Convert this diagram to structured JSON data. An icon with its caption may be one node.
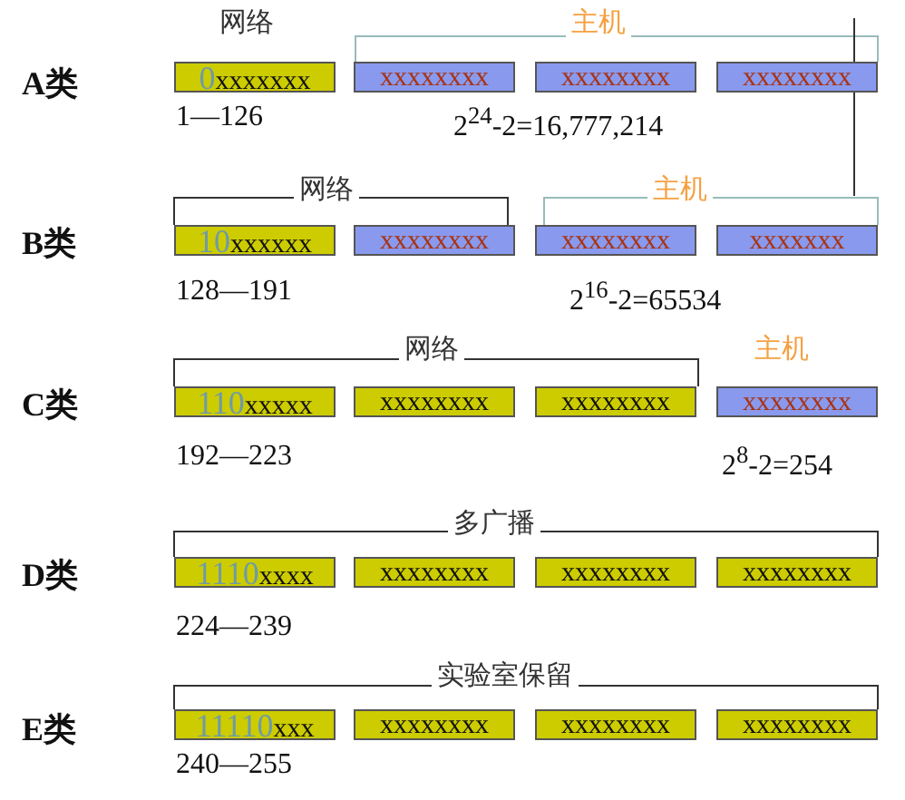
{
  "diagram": {
    "nodes": [
      {
        "text": [
          "0",
          "xxxxxxx"
        ]
      },
      {
        "text": [
          "xxxxxxxx"
        ]
      },
      {
        "text": [
          "xxxxxxxx"
        ]
      },
      {
        "text": [
          "xxxxxxxx"
        ]
      },
      {
        "text": [
          "10",
          "xxxxxx"
        ]
      },
      {
        "text": [
          "xxxxxxxx"
        ]
      },
      {
        "text": [
          "xxxxxxxx"
        ]
      },
      {
        "text": [
          "xxxxxxx"
        ]
      },
      {
        "text": [
          "110",
          "xxxxx"
        ]
      },
      {
        "text": [
          "xxxxxxxx"
        ]
      },
      {
        "text": [
          "xxxxxxxx"
        ]
      },
      {
        "text": [
          "xxxxxxxx"
        ]
      },
      {
        "text": [
          "1110",
          "xxxx"
        ]
      },
      {
        "text": [
          "xxxxxxxx"
        ]
      },
      {
        "text": [
          "xxxxxxxx"
        ]
      },
      {
        "text": [
          "xxxxxxxx"
        ]
      },
      {
        "text": [
          "11110",
          "xxx"
        ]
      },
      {
        "text": [
          "xxxxxxxx"
        ]
      },
      {
        "text": [
          "xxxxxxxx"
        ]
      },
      {
        "text": [
          "xxxxxxxx"
        ]
      }
    ],
    "edges": [],
    "labels": [
      "网络",
      "主机",
      "A类",
      "1—126",
      "2$^{24}$-2=16,777,214",
      "网络",
      "主机",
      "B类",
      "128—191",
      "2$^{16}$-2=65534",
      "网络",
      "主机",
      "C类",
      "192—223",
      "2$^{8}$-2=254",
      "多广播",
      "D类",
      "224—239",
      "实验室保留",
      "E类",
      "240—255"
    ]
  }
}
